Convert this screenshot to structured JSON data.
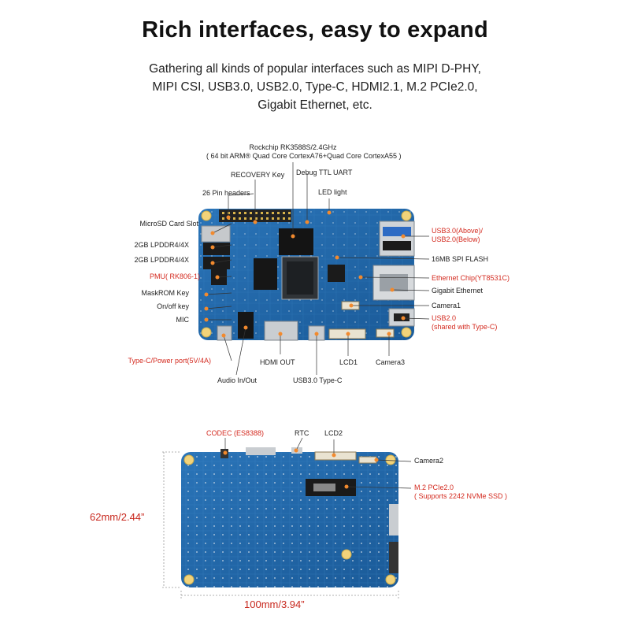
{
  "header": {
    "title": "Rich interfaces, easy to expand",
    "description_lines": [
      "Gathering all kinds of popular interfaces such as MIPI D-PHY,",
      "MIPI CSI, USB3.0, USB2.0, Type-C, HDMI2.1, M.2 PCIe2.0,",
      "Gigabit Ethernet, etc."
    ]
  },
  "top_board": {
    "soc_line1": "Rockchip RK3588S/2.4GHz",
    "soc_line2": "( 64 bit ARM® Quad Core CortexA76+Quad Core CortexA55 )",
    "recovery_key": "RECOVERY Key",
    "debug_uart": "Debug TTL UART",
    "pin_headers": "26 Pin headers",
    "led_light": "LED light",
    "microsd": "MicroSD Card Slot",
    "lpddr_1": "2GB LPDDR4/4X",
    "lpddr_2": "2GB LPDDR4/4X",
    "pmu": "PMU( RK806-1)",
    "maskrom": "MaskROM Key",
    "onoff": "On/off key",
    "mic": "MIC",
    "typec_power": "Type-C/Power port(5V/4A)",
    "usb30_above": "USB3.0(Above)/",
    "usb20_below": "USB2.0(Below)",
    "spi_flash": "16MB SPI FLASH",
    "ethernet_chip": "Ethernet Chip(YT8531C)",
    "gigabit": "Gigabit Ethernet",
    "camera1": "Camera1",
    "usb20": "USB2.0",
    "usb20_shared": "(shared with Type-C)",
    "hdmi_out": "HDMI OUT",
    "lcd1": "LCD1",
    "camera3": "Camera3",
    "audio": "Audio In/Out",
    "usb30_typec": "USB3.0 Type-C"
  },
  "bottom_board": {
    "codec": "CODEC (ES8388)",
    "rtc": "RTC",
    "lcd2": "LCD2",
    "camera2": "Camera2",
    "m2_pcie": "M.2 PCIe2.0",
    "m2_note": "( Supports 2242 NVMe SSD )",
    "height_dim": "62mm/2.44”",
    "width_dim": "100mm/3.94”"
  },
  "colors": {
    "board_blue": "#1f66a8",
    "board_dark": "#17528c",
    "callout_red": "#d42b20",
    "callout_orange": "#f28a2e"
  }
}
